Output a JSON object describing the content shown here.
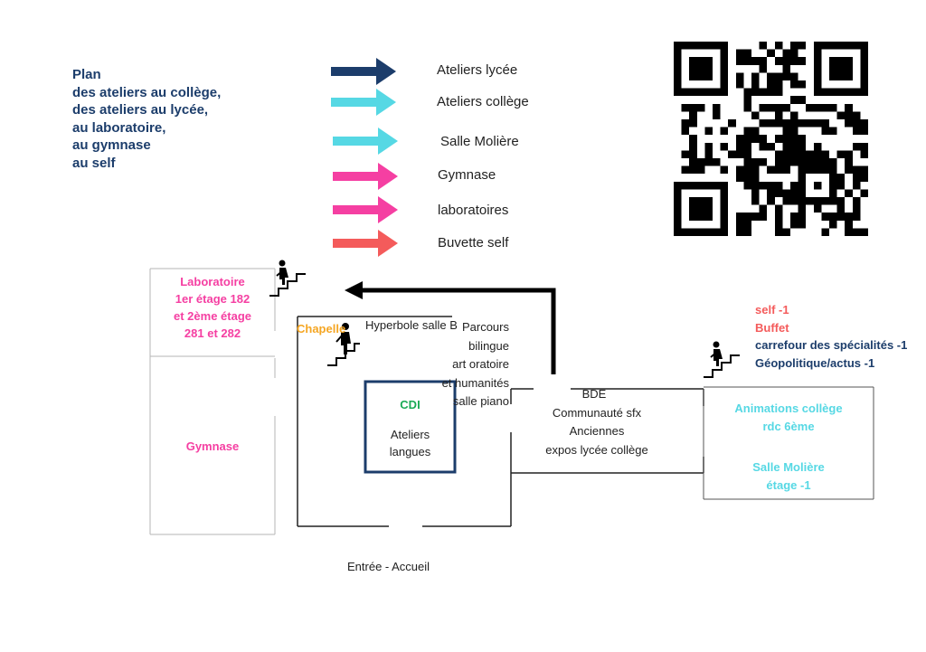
{
  "title_lines": [
    "Plan",
    "des ateliers au collège,",
    "des ateliers au lycée,",
    "au laboratoire,",
    "au gymnase",
    "au self"
  ],
  "legend": [
    {
      "label": "Ateliers lycée",
      "color": "#1c3d6b"
    },
    {
      "label": "Ateliers collège",
      "color": "#56d8e4"
    },
    {
      "label": "Salle Molière",
      "color": "#56d8e4"
    },
    {
      "label": "Gymnase",
      "color": "#f53fa2"
    },
    {
      "label": "laboratoires",
      "color": "#f53fa2"
    },
    {
      "label": "Buvette self",
      "color": "#f45b5b"
    }
  ],
  "colors": {
    "navy": "#1c3d6b",
    "cyan": "#56d8e4",
    "pink": "#f53fa2",
    "salmon": "#f45b5b",
    "orange": "#f5a623",
    "green": "#1aaa55"
  },
  "rooms": {
    "laboratoire": [
      "Laboratoire",
      "1er étage 182",
      "et 2ème étage",
      "281 et 282"
    ],
    "gymnase": "Gymnase",
    "chapelle": "Chapelle",
    "hyperbole": "Hyperbole salle B",
    "parcours": [
      "Parcours",
      "bilingue",
      "art oratoire",
      "et humanités",
      "salle piano"
    ],
    "cdi": "CDI",
    "ateliers_langues": [
      "Ateliers",
      "langues"
    ],
    "bde": [
      "BDE",
      "Communauté sfx",
      "Anciennes",
      "expos  lycée collège"
    ],
    "self_info": [
      {
        "text": "self -1",
        "color": "#f45b5b"
      },
      {
        "text": "Buffet",
        "color": "#f45b5b"
      },
      {
        "text": "carrefour des spécialités -1",
        "color": "#1c3d6b"
      },
      {
        "text": "Géopolitique/actus -1",
        "color": "#1c3d6b"
      }
    ],
    "animations": [
      "Animations collège",
      "rdc 6ème"
    ],
    "moliere": [
      "Salle Molière",
      "étage -1"
    ]
  },
  "entrance": "Entrée - Accueil",
  "icons": [
    "stairs-icon",
    "qr-code-icon",
    "arrow-icon"
  ]
}
